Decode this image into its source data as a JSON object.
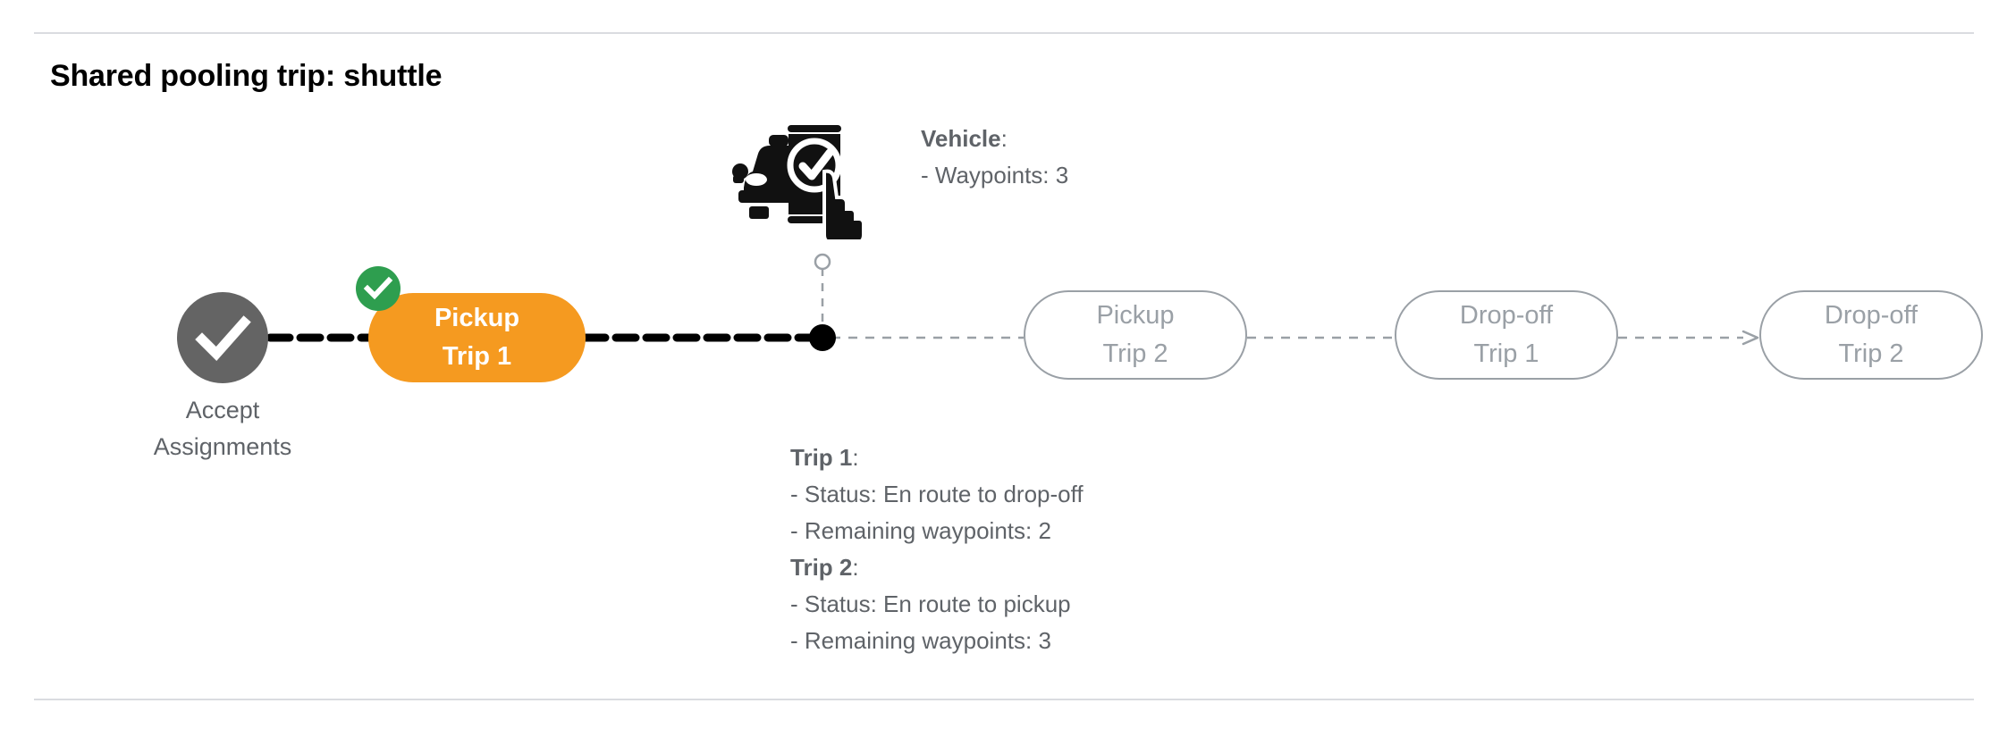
{
  "page": {
    "title": "Shared pooling trip: shuttle",
    "background": "#ffffff"
  },
  "colors": {
    "active_pill": "#f59a20",
    "pending_pill_border": "#9aa0a6",
    "pending_pill_text": "#9aa0a6",
    "completed_node": "#646464",
    "badge_green": "#2e9e4f",
    "text_gray": "#5f6368",
    "divider": "#dadce0",
    "completed_track": "#000000",
    "pending_track": "#9aa0a6"
  },
  "flow": {
    "start_node": {
      "icon": "check-circle-icon",
      "label_line1": "Accept",
      "label_line2": "Assignments",
      "state": "completed"
    },
    "steps": [
      {
        "id": "pickup-trip-1",
        "line1": "Pickup",
        "line2": "Trip 1",
        "state": "active",
        "badge": "check-icon"
      },
      {
        "id": "pickup-trip-2",
        "line1": "Pickup",
        "line2": "Trip 2",
        "state": "pending"
      },
      {
        "id": "dropoff-trip-1",
        "line1": "Drop-off",
        "line2": "Trip 1",
        "state": "pending"
      },
      {
        "id": "dropoff-trip-2",
        "line1": "Drop-off",
        "line2": "Trip 2",
        "state": "pending"
      }
    ],
    "vehicle_marker": {
      "icon": "vehicle-app-check-icon",
      "position_dot": "current-position-dot"
    }
  },
  "annotations": {
    "vehicle": {
      "heading": "Vehicle",
      "colon": ":",
      "lines": [
        "- Waypoints: 3"
      ]
    },
    "trips": [
      {
        "heading": "Trip 1",
        "colon": ":",
        "lines": [
          "- Status:  En route to drop-off",
          "- Remaining waypoints: 2"
        ]
      },
      {
        "heading": "Trip 2",
        "colon": ":",
        "lines": [
          "- Status:  En route to pickup",
          "- Remaining waypoints: 3"
        ]
      }
    ]
  }
}
